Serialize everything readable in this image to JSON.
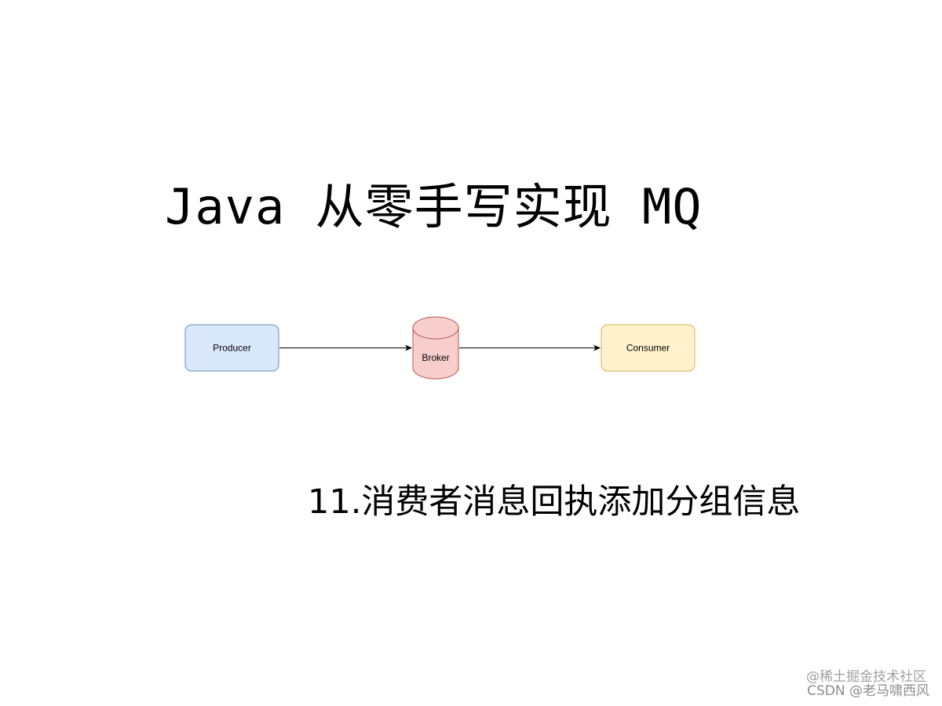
{
  "title": "Java 从零手写实现 MQ",
  "subtitle": "11.消费者消息回执添加分组信息",
  "diagram": {
    "nodes": {
      "producer": "Producer",
      "broker": "Broker",
      "consumer": "Consumer"
    },
    "colors": {
      "producer_fill": "#dae8fc",
      "producer_stroke": "#6c8ebf",
      "broker_fill": "#f8cecc",
      "broker_stroke": "#b85450",
      "consumer_fill": "#fff2cc",
      "consumer_stroke": "#d6b656",
      "arrow": "#000000"
    }
  },
  "watermark": {
    "line1": "@稀土掘金技术社区",
    "line2": "CSDN @老马啸西风"
  }
}
